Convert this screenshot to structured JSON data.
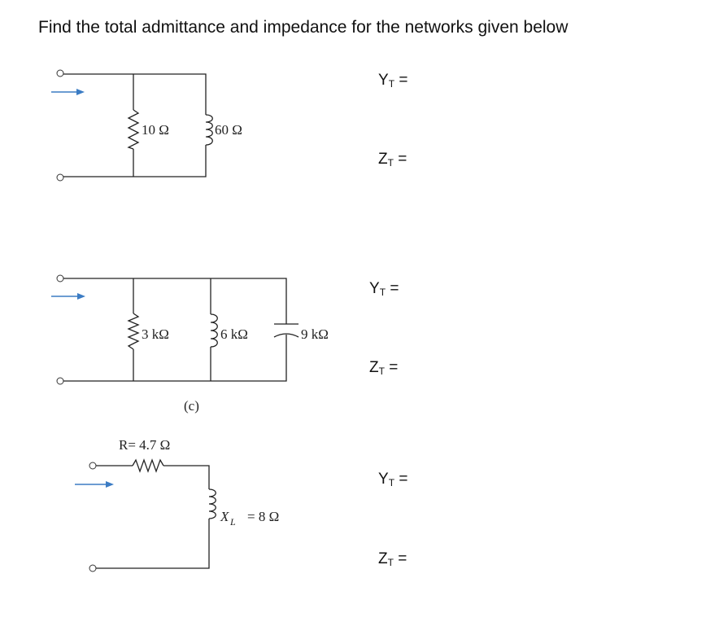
{
  "title": "Find the total admittance and impedance for the networks given below",
  "network1": {
    "r_label": "10 Ω",
    "l_label": "60 Ω",
    "y_label": "Y",
    "y_sub": "T",
    "z_label": "Z",
    "z_sub": "T",
    "eq": "="
  },
  "network2": {
    "r_label": "3 kΩ",
    "l_label": "6 kΩ",
    "c_label": "9 kΩ",
    "caption": "(c)",
    "y_label": "Y",
    "y_sub": "T",
    "z_label": "Z",
    "z_sub": "T",
    "eq": "="
  },
  "network3": {
    "r_label": "R= 4.7 Ω",
    "xl_symbol": "X",
    "xl_sub": "L",
    "xl_value": "= 8 Ω",
    "y_label": "Y",
    "y_sub": "T",
    "z_label": "Z",
    "z_sub": "T",
    "eq": "="
  },
  "colors": {
    "wire": "#222222",
    "current_arrow": "#3b7cc4",
    "text": "#111111"
  }
}
